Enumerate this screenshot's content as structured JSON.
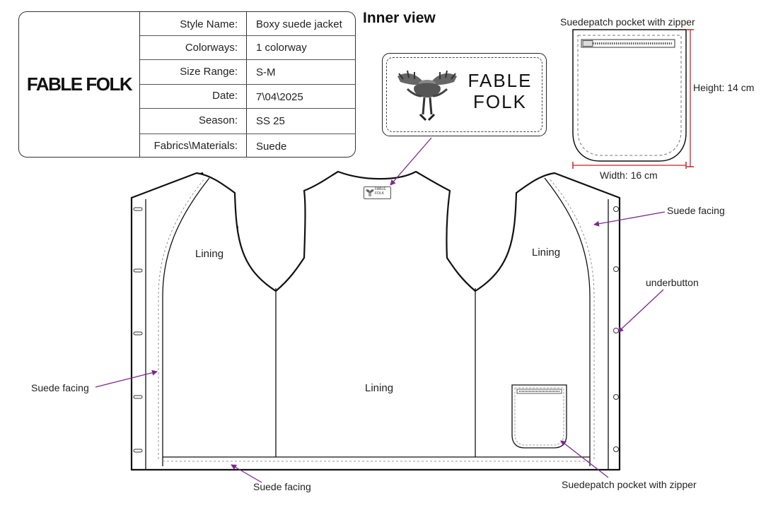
{
  "brand": {
    "name": "FABLE FOLK",
    "label_line1": "FABLE",
    "label_line2": "FOLK"
  },
  "spec_table": {
    "rows": [
      {
        "label": "Style Name:",
        "value": "Boxy suede jacket"
      },
      {
        "label": "Colorways:",
        "value": "1 colorway"
      },
      {
        "label": "Size Range:",
        "value": "S-M"
      },
      {
        "label": "Date:",
        "value": "7\\04\\2025"
      },
      {
        "label": "Season:",
        "value": "SS 25"
      },
      {
        "label": "Fabrics\\Materials:",
        "value": "Suede"
      }
    ]
  },
  "view_title": "Inner view",
  "pocket_detail": {
    "title": "Suedepatch pocket with zipper",
    "height": "Height: 14 cm",
    "width": "Width: 16 cm"
  },
  "callouts": {
    "lining_left": "Lining",
    "lining_center": "Lining",
    "lining_right": "Lining",
    "facing_right": "Suede facing",
    "underbutton": "underbutton",
    "facing_left": "Suede facing",
    "facing_bottom": "Suede facing",
    "pocket_bottom": "Suedepatch pocket with zipper"
  },
  "colors": {
    "arrow": "#7a2a8c",
    "dimension": "#cc2222",
    "outline": "#111111"
  }
}
